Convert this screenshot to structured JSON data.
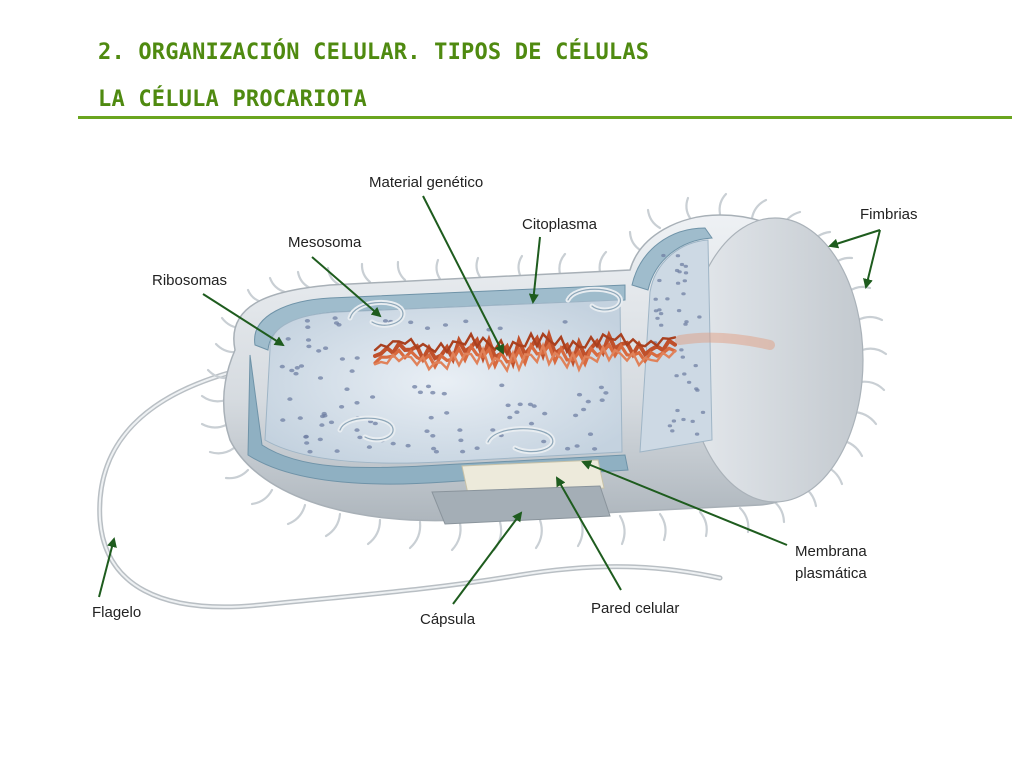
{
  "header": {
    "title_line1": "2. ORGANIZACIÓN CELULAR. TIPOS DE CÉLULAS",
    "title_line2": "LA CÉLULA PROCARIOTA"
  },
  "colors": {
    "title": "#4f8a10",
    "rule": "#6aa51f",
    "arrow": "#1e5c1e",
    "label_text": "#222222",
    "capsule": "#dfe3e7",
    "cytoplasm": "#cfdbe6",
    "wall": "#7fa3b8",
    "dna": "#c0502b"
  },
  "diagram": {
    "labels": {
      "material_genetico": "Material genético",
      "citoplasma": "Citoplasma",
      "fimbrias": "Fimbrias",
      "mesosoma": "Mesosoma",
      "ribosomas": "Ribosomas",
      "membrana_1": "Membrana",
      "membrana_2": "plasmática",
      "pared_celular": "Pared celular",
      "capsula": "Cápsula",
      "flagelo": "Flagelo"
    }
  }
}
